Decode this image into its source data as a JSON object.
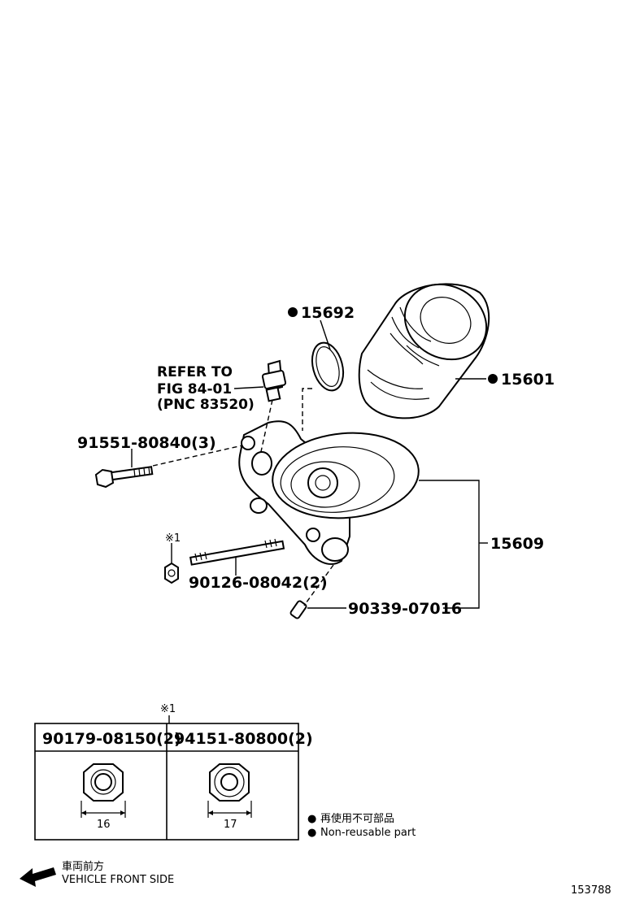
{
  "callouts": {
    "gasket": "15692",
    "filter": "15601",
    "refer_line1": "REFER TO",
    "refer_line2": "FIG 84-01",
    "refer_line3": "(PNC 83520)",
    "bolt": "91551-80840(3)",
    "bracket": "15609",
    "nut_mark": "※1",
    "stud": "90126-08042(2)",
    "pin": "90339-07016"
  },
  "nut_table": {
    "mark": "※1",
    "columns": [
      {
        "part": "90179-08150(2)",
        "size": "16"
      },
      {
        "part": "94151-80800(2)",
        "size": "17"
      }
    ]
  },
  "legend": {
    "symbol": "●",
    "line_jp": "再使用不可部品",
    "line_en": "Non-reusable part"
  },
  "front": {
    "line_jp": "車両前方",
    "line_en": "VEHICLE FRONT SIDE"
  },
  "figure_id": "153788"
}
